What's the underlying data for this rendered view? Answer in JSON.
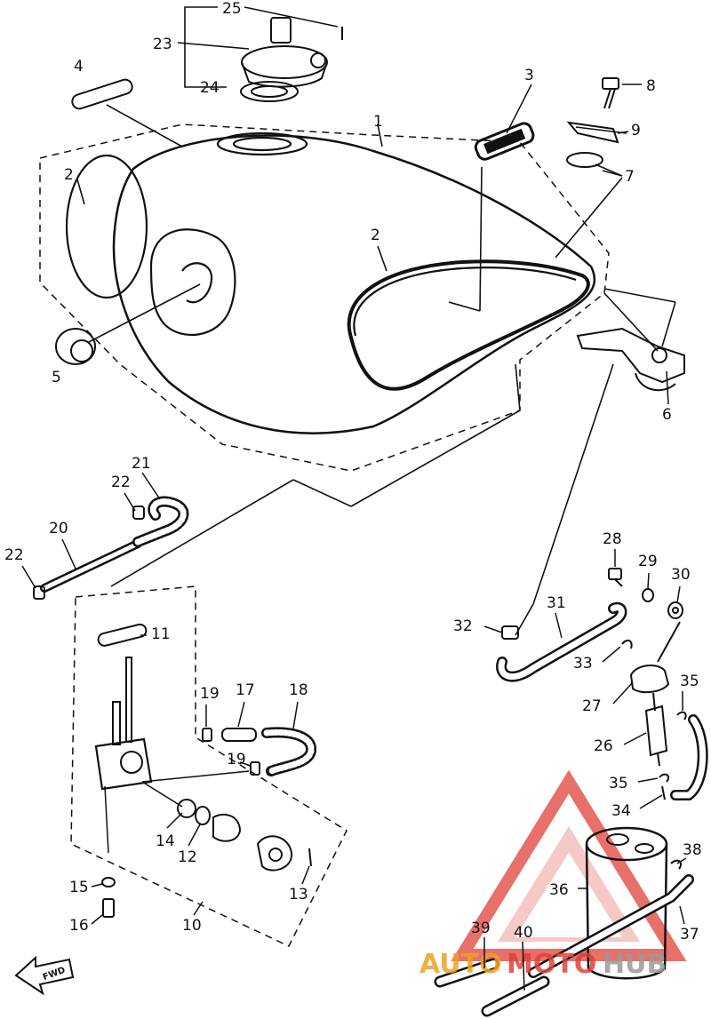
{
  "labels": {
    "n1": "1",
    "n2a": "2",
    "n2b": "2",
    "n3": "3",
    "n4": "4",
    "n5": "5",
    "n6": "6",
    "n7": "7",
    "n8": "8",
    "n9": "9",
    "n10": "10",
    "n11": "11",
    "n12": "12",
    "n13": "13",
    "n14": "14",
    "n15": "15",
    "n16": "16",
    "n17": "17",
    "n18": "18",
    "n19a": "19",
    "n19b": "19",
    "n20": "20",
    "n21": "21",
    "n22a": "22",
    "n22b": "22",
    "n23": "23",
    "n24": "24",
    "n25": "25",
    "n26": "26",
    "n27": "27",
    "n28": "28",
    "n29": "29",
    "n30": "30",
    "n31": "31",
    "n32": "32",
    "n33": "33",
    "n34": "34",
    "n35a": "35",
    "n35b": "35",
    "n36": "36",
    "n37": "37",
    "n38": "38",
    "n39": "39",
    "n40": "40"
  },
  "fwd_label": "FWD",
  "watermark": {
    "part1": "AUTO",
    "part2": "MOTO",
    "part3": "HUB"
  },
  "colors": {
    "line": "#111111",
    "wm_red": "#e0413a",
    "wm_orange": "#f0a020",
    "wm_grey": "#9a9a9a"
  }
}
